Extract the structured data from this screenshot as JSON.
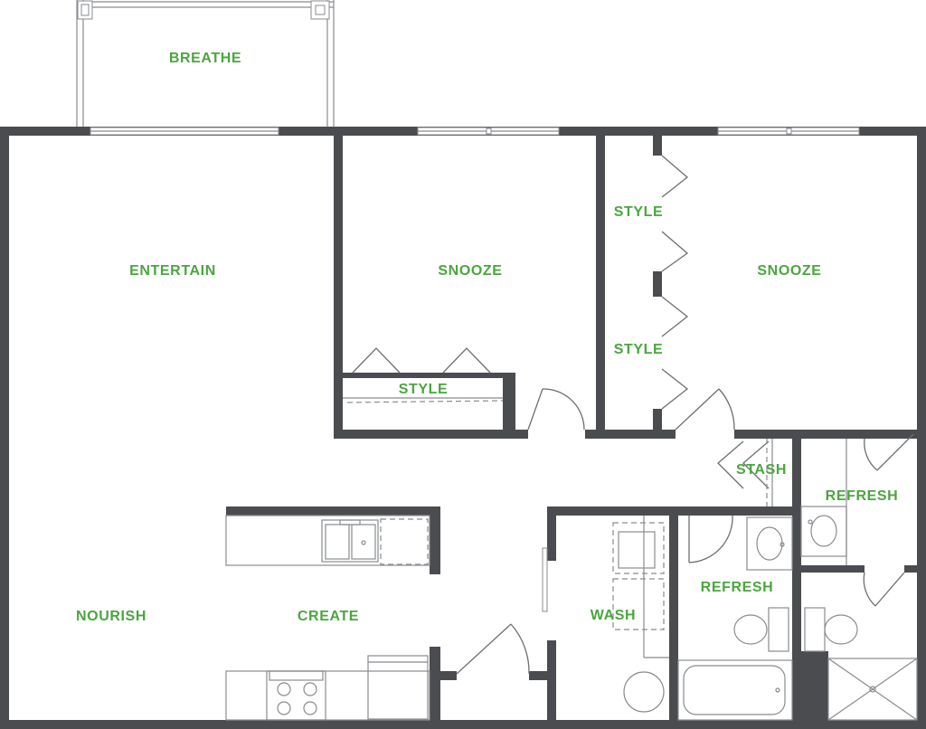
{
  "rooms": {
    "balcony": "BREATHE",
    "living": "ENTERTAIN",
    "bedroom_1": "SNOOZE",
    "bedroom_2": "SNOOZE",
    "closet_1": "STYLE",
    "closet_2_upper": "STYLE",
    "closet_2_lower": "STYLE",
    "storage": "STASH",
    "bath_1": "REFRESH",
    "bath_2": "REFRESH",
    "dining": "NOURISH",
    "kitchen": "CREATE",
    "laundry": "WASH"
  },
  "colors": {
    "label": "#4aa63f",
    "wall": "#4b4c50",
    "fixture": "#8a8b8f"
  }
}
